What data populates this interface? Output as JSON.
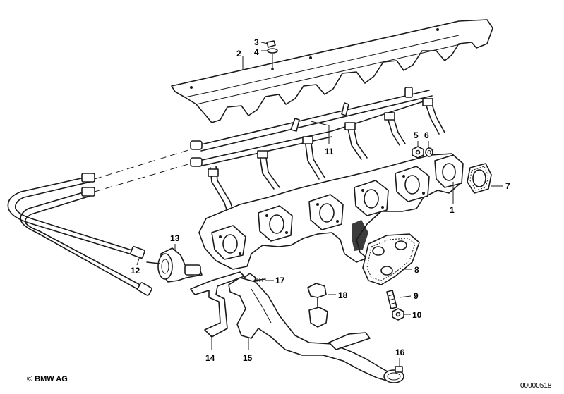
{
  "footer": {
    "copyright_symbol": "©",
    "copyright_text": "BMW AG",
    "document_number": "00000518"
  },
  "callouts": {
    "c1": "1",
    "c2": "2",
    "c3": "3",
    "c4": "4",
    "c5": "5",
    "c6": "6",
    "c7": "7",
    "c8": "8",
    "c9": "9",
    "c10": "10",
    "c11": "11",
    "c12": "12",
    "c13": "13",
    "c14": "14",
    "c15": "15",
    "c16": "16",
    "c17": "17",
    "c18": "18"
  }
}
